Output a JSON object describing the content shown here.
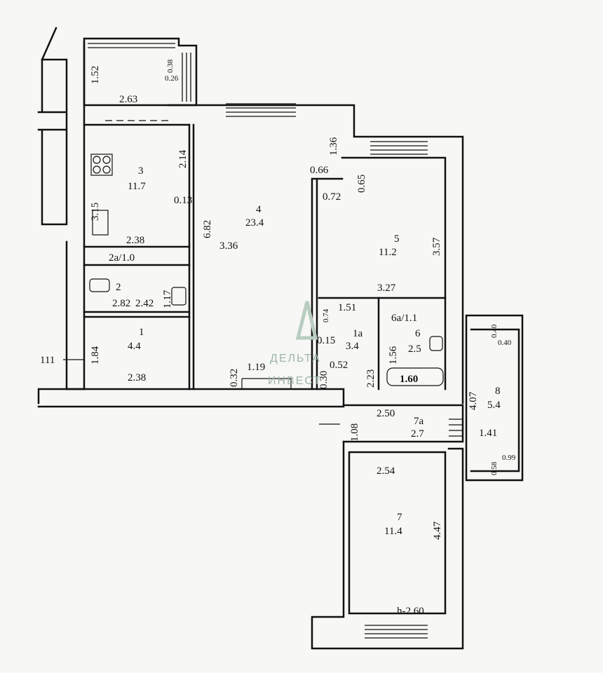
{
  "rooms": [
    {
      "number": "1",
      "area": "4.4"
    },
    {
      "number": "1a",
      "area": "3.4"
    },
    {
      "number": "2",
      "area": ""
    },
    {
      "number": "2a/1.0",
      "area": ""
    },
    {
      "number": "3",
      "area": "11.7"
    },
    {
      "number": "4",
      "area": "23.4"
    },
    {
      "number": "5",
      "area": "11.2"
    },
    {
      "number": "6",
      "area": "2.5"
    },
    {
      "number": "6a/1.1",
      "area": ""
    },
    {
      "number": "7",
      "area": "11.4"
    },
    {
      "number": "7a",
      "area": "2.7"
    },
    {
      "number": "8",
      "area": "5.4"
    }
  ],
  "dimensions": [
    "1.52",
    "0.38",
    "0.26",
    "2.63",
    "1.36",
    "0.66",
    "0.65",
    "0.72",
    "2.14",
    "3.15",
    "0.13",
    "6.82",
    "3.36",
    "2.38",
    "3.57",
    "3.27",
    "0.74",
    "1.51",
    "2.82",
    "2.42",
    "1.17",
    "1.84",
    "2.38",
    "0.15",
    "1.56",
    "0.32",
    "1.19",
    "0.30",
    "0.52",
    "2.23",
    "1.60",
    "2.50",
    "1.08",
    "1.41",
    "4.07",
    "0.40",
    "0.40",
    "0.58",
    "0.99",
    "2.54",
    "4.47",
    "h-2.60",
    "111"
  ],
  "watermark": {
    "line1": "ДЕЛЬТА",
    "line2": "ИНВЕСТ"
  }
}
